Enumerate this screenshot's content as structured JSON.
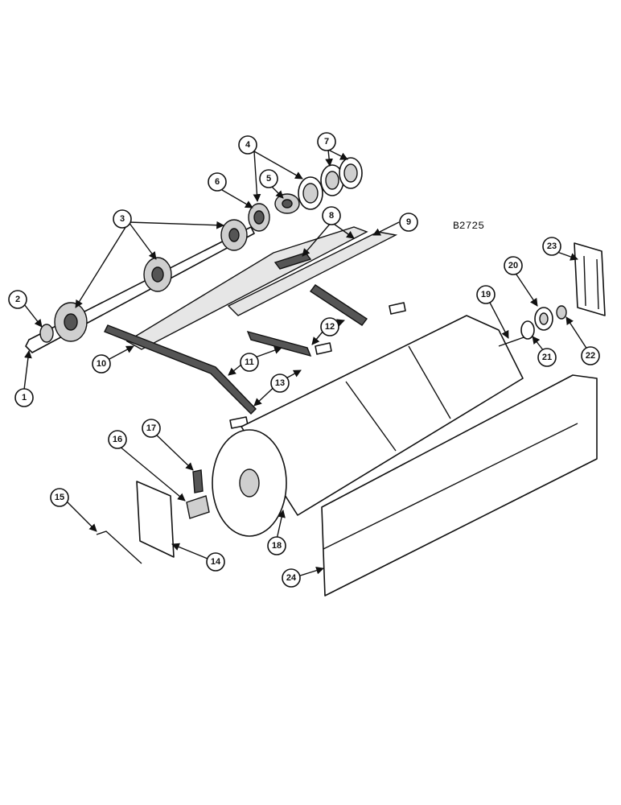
{
  "drawing": {
    "code": "B2725",
    "callouts": [
      "1",
      "2",
      "3",
      "4",
      "5",
      "6",
      "7",
      "8",
      "9",
      "10",
      "11",
      "12",
      "13",
      "14",
      "15",
      "16",
      "17",
      "18",
      "19",
      "20",
      "21",
      "22",
      "23",
      "24"
    ]
  },
  "colors": {
    "line": "#111111",
    "background": "#ffffff",
    "shade": "#cfcfcf"
  }
}
